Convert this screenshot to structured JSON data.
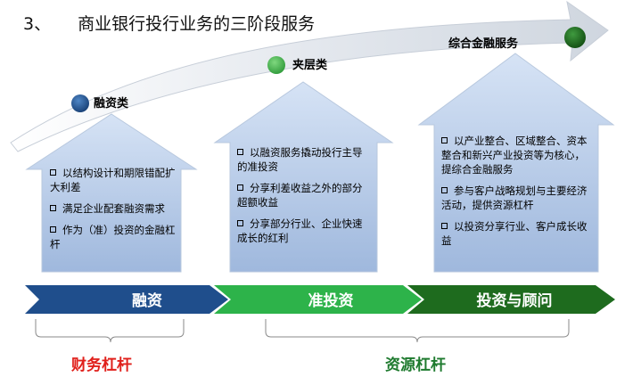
{
  "title": {
    "number": "3、",
    "text": "商业银行投行业务的三阶段服务"
  },
  "stages": [
    {
      "label": "融资类",
      "color": "#1f4e8c"
    },
    {
      "label": "夹层类",
      "color": "#3fae49"
    },
    {
      "label": "综合金融服务",
      "color": "#1e6b1e"
    }
  ],
  "houses": [
    {
      "items": [
        "以结构设计和期限错配扩大利差",
        "满足企业配套融资需求",
        "作为（准）投资的金融杠杆"
      ]
    },
    {
      "items": [
        "以融资服务撬动投行主导的准投资",
        "分享利差收益之外的部分超额收益",
        "分享部分行业、企业快速成长的红利"
      ]
    },
    {
      "items": [
        "以产业整合、区域整合、资本整合和新兴产业投资等为核心，提综合金融服务",
        "参与客户战略规划与主要经济活动，提供资源杠杆",
        "以投资分享行业、客户成长收益"
      ]
    }
  ],
  "bars": [
    {
      "label": "融资",
      "color": "#1f4e8c"
    },
    {
      "label": "准投资",
      "color": "#2db34a"
    },
    {
      "label": "投资与顾问",
      "color": "#1e6b1e"
    }
  ],
  "levers": [
    {
      "label": "财务杠杆",
      "color": "#e0201b"
    },
    {
      "label": "资源杠杆",
      "color": "#1e7a2e"
    }
  ]
}
